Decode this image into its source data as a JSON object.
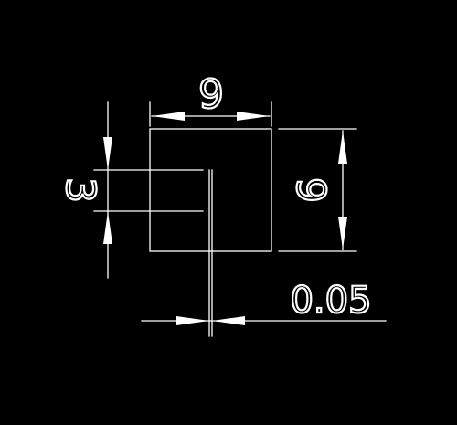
{
  "drawing": {
    "background_color": "#000000",
    "line_color": "#ffffff",
    "dimensions": {
      "top_width": "9",
      "right_height": "9",
      "left_slot": "3",
      "bottom_gap": "0.05"
    }
  }
}
